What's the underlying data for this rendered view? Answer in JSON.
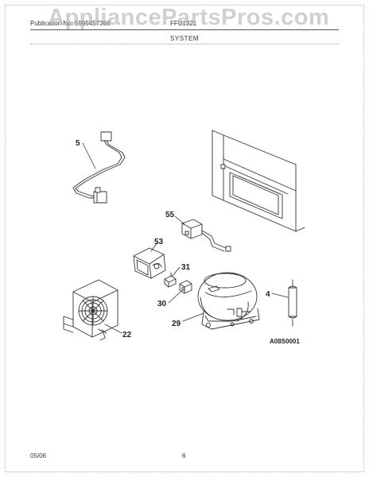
{
  "header": {
    "publication_label": "Publication No: 5995457366",
    "model_text": "FFU1321"
  },
  "watermark": "AppliancePartsPros.com",
  "section_title": "SYSTEM",
  "callouts": {
    "c5": "5",
    "c55": "55",
    "c53": "53",
    "c31": "31",
    "c30": "30",
    "c4": "4",
    "c22": "22",
    "c29": "29"
  },
  "figure_code": "A08S0001",
  "footer": {
    "date": "05/06",
    "page_number": "6"
  }
}
